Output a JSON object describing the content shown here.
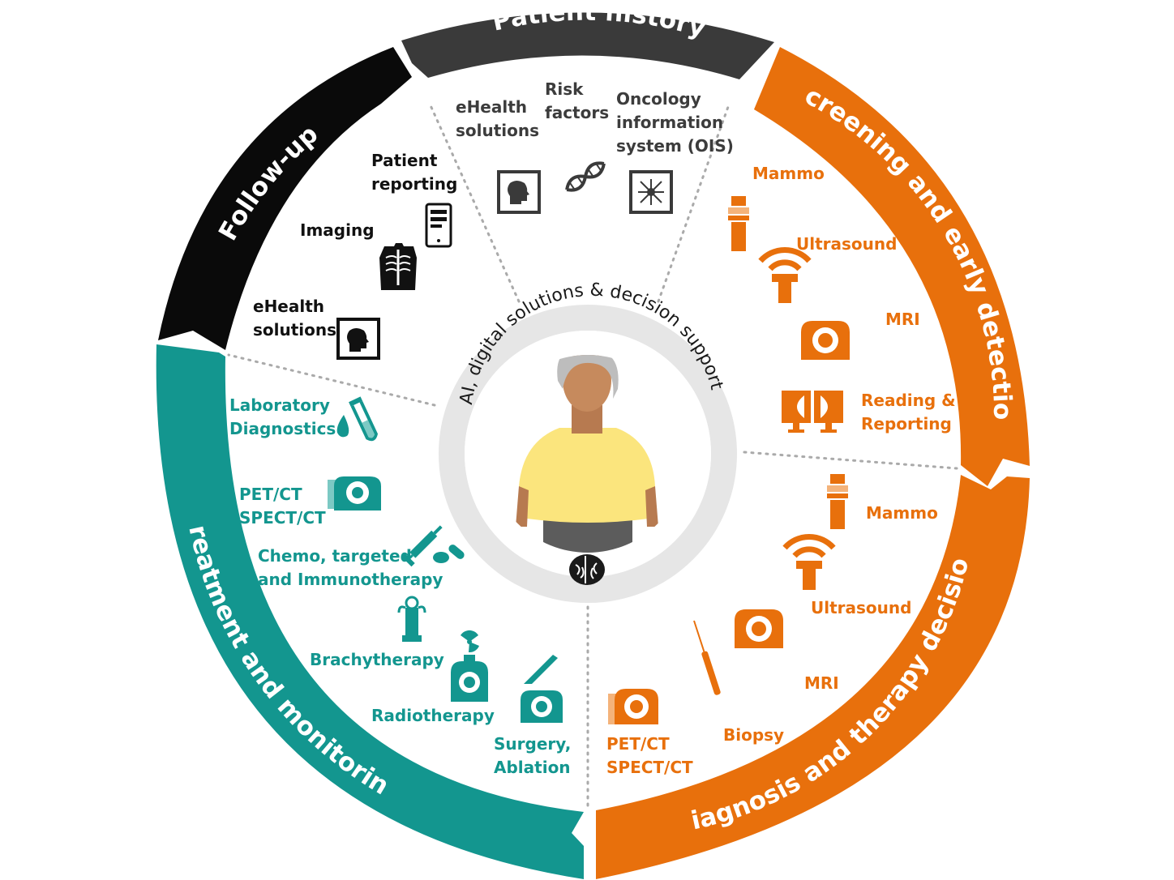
{
  "colors": {
    "patient_history": "#3a3a3a",
    "screening": "#e8700c",
    "diagnosis": "#e8700c",
    "treatment": "#13968f",
    "follow_up": "#0a0a0a",
    "center_ring": "#e6e6e6"
  },
  "center": {
    "label": "AI, digital solutions & decision support",
    "icon": "brain-icon"
  },
  "segments": {
    "patient_history": {
      "title": "Patient history",
      "items": [
        "eHealth\nsolutions",
        "Risk\nfactors",
        "Oncology\ninformation\nsystem (OIS)"
      ],
      "icons": [
        "head-profile-icon",
        "dna-icon",
        "network-icon"
      ]
    },
    "screening": {
      "title": "Screening and early detection",
      "items": [
        "Mammo",
        "Ultrasound",
        "MRI",
        "Reading &\nReporting"
      ],
      "icons": [
        "mammography-icon",
        "ultrasound-icon",
        "mri-scanner-icon",
        "reading-monitors-icon"
      ]
    },
    "diagnosis": {
      "title": "Diagnosis and therapy decision",
      "items": [
        "Mammo",
        "Ultrasound",
        "MRI",
        "Biopsy",
        "PET/CT\nSPECT/CT"
      ],
      "icons": [
        "mammography-icon",
        "ultrasound-icon",
        "mri-scanner-icon",
        "biopsy-needle-icon",
        "pet-ct-scanner-icon"
      ]
    },
    "treatment": {
      "title": "Treatment and monitoring",
      "items": [
        "Laboratory\nDiagnostics",
        "PET/CT\nSPECT/CT",
        "Chemo, targeted\nand Immunotherapy",
        "Brachytherapy",
        "Radiotherapy",
        "Surgery,\nAblation"
      ],
      "icons": [
        "test-tube-drop-icon",
        "pet-ct-scanner-icon",
        "syringe-pills-icon",
        "brachytherapy-icon",
        "radiotherapy-icon",
        "scalpel-scanner-icon"
      ]
    },
    "follow_up": {
      "title": "Follow-up",
      "items": [
        "Patient\nreporting",
        "Imaging",
        "eHealth\nsolutions"
      ],
      "icons": [
        "smartphone-icon",
        "xray-chest-icon",
        "head-profile-icon"
      ]
    }
  }
}
